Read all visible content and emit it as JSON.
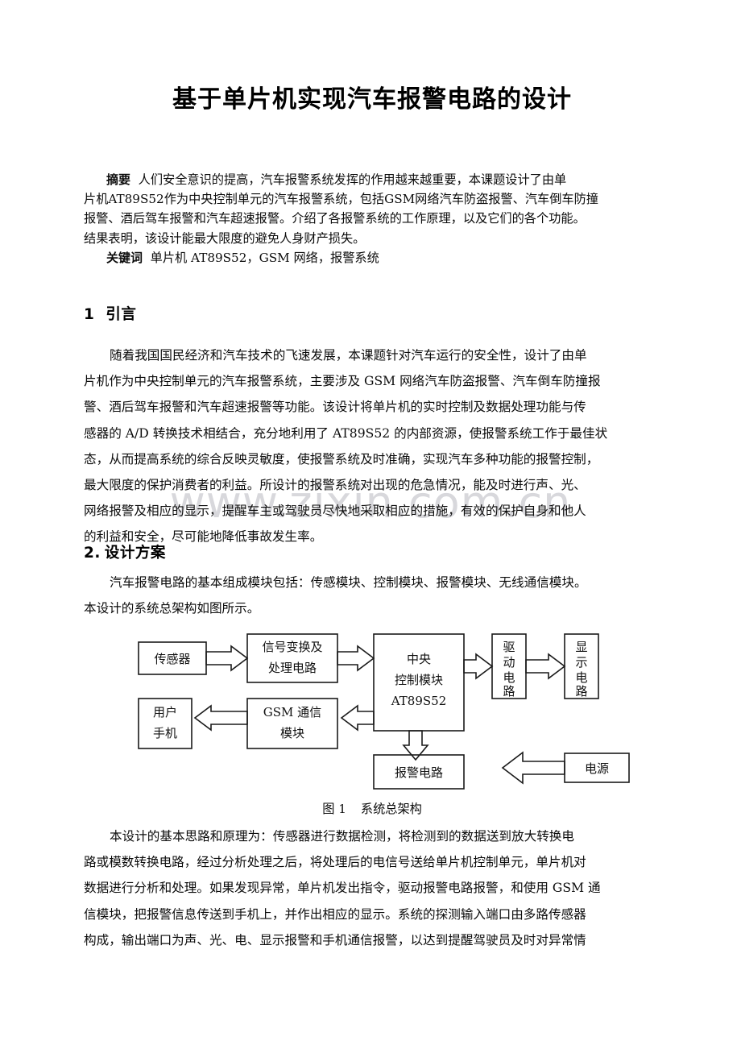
{
  "document": {
    "title": "基于单片机实现汽车报警电路的设计",
    "watermark": "www.zixin.com.cn"
  },
  "abstract": {
    "label": "摘要",
    "keywords_label": "关键词",
    "lines": [
      "人们安全意识的提高，汽车报警系统发挥的作用越来越重要，本课题设计了由单",
      "片机AT89S52作为中央控制单元的汽车报警系统，包括GSM网络汽车防盗报警、汽车倒车防撞",
      "报警、酒后驾车报警和汽车超速报警。介绍了各报警系统的工作原理，以及它们的各个功能。",
      "结果表明，该设计能最大限度的避免人身财产损失。"
    ],
    "keywords": "单片机 AT89S52，GSM 网络，报警系统"
  },
  "sections": [
    {
      "number": "1",
      "title": "引言",
      "lines": [
        "随着我国国民经济和汽车技术的飞速发展，本课题针对汽车运行的安全性，设计了由单",
        "片机作为中央控制单元的汽车报警系统，主要涉及 GSM 网络汽车防盗报警、汽车倒车防撞报",
        "警、酒后驾车报警和汽车超速报警等功能。该设计将单片机的实时控制及数据处理功能与传",
        "感器的 A/D 转换技术相结合，充分地利用了 AT89S52 的内部资源，使报警系统工作于最佳状",
        "态，从而提高系统的综合反映灵敏度，使报警系统及时准确，实现汽车多种功能的报警控制，",
        "最大限度的保护消费者的利益。所设计的报警系统对出现的危急情况，能及时进行声、光、",
        "网络报警及相应的显示，提醒车主或驾驶员尽快地采取相应的措施，有效的保护自身和他人",
        "的利益和安全，尽可能地降低事故发生率。"
      ]
    },
    {
      "number": "2.",
      "title": "设计方案",
      "lines": [
        "汽车报警电路的基本组成模块包括：传感模块、控制模块、报警模块、无线通信模块。",
        "本设计的系统总架构如图所示。"
      ]
    }
  ],
  "figure": {
    "caption_number": "图 1",
    "caption_text": "系统总架构",
    "blocks": [
      {
        "id": "sensor",
        "label": "传感器"
      },
      {
        "id": "signal",
        "label_line1": "信号变换及",
        "label_line2": "处理电路"
      },
      {
        "id": "mcu",
        "label_line1": "中央",
        "label_line2": "控制模块",
        "label_line3": "AT89S52"
      },
      {
        "id": "driver",
        "label": "驱动电路"
      },
      {
        "id": "display",
        "label": "显示电路"
      },
      {
        "id": "userphone",
        "label_line1": "用户",
        "label_line2": "手机"
      },
      {
        "id": "gsm",
        "label_line1": "GSM 通信",
        "label_line2": "模块"
      },
      {
        "id": "alarm",
        "label": "报警电路"
      },
      {
        "id": "power",
        "label": "电源"
      }
    ]
  },
  "final_paragraph": {
    "lines": [
      "本设计的基本思路和原理为：传感器进行数据检测，将检测到的数据送到放大转换电",
      "路或模数转换电路，经过分析处理之后，将处理后的电信号送给单片机控制单元，单片机对",
      "数据进行分析和处理。如果发现异常，单片机发出指令，驱动报警电路报警，和使用 GSM 通",
      "信模块，把报警信息传送到手机上，并作出相应的显示。系统的探测输入端口由多路传感器",
      "构成，输出端口为声、光、电、显示报警和手机通信报警，以达到提醒驾驶员及时对异常情"
    ]
  }
}
